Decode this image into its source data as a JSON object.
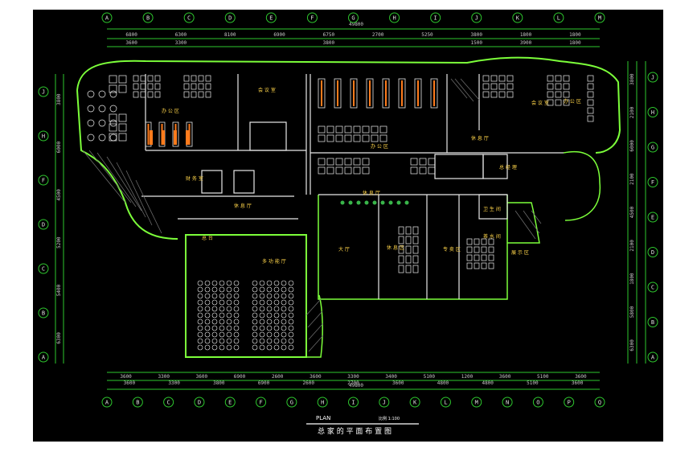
{
  "drawing": {
    "title": "总 家 的 平 面 布 置 图",
    "plan_label": "PLAN",
    "scale_label": "比例  1:100"
  },
  "axes": {
    "top": [
      "A",
      "B",
      "C",
      "D",
      "E",
      "F",
      "G",
      "H",
      "I",
      "J",
      "K",
      "L",
      "M"
    ],
    "bottom": [
      "A",
      "B",
      "C",
      "D",
      "E",
      "F",
      "G",
      "H",
      "I",
      "J",
      "K",
      "L",
      "M",
      "N",
      "O",
      "P",
      "Q"
    ],
    "left": [
      "J",
      "H",
      "F",
      "D",
      "C",
      "B",
      "A"
    ],
    "right": [
      "J",
      "H",
      "G",
      "F",
      "E",
      "D",
      "C",
      "B",
      "A"
    ]
  },
  "dims": {
    "top_total": "49800",
    "top_row1": [
      "6800",
      "6300",
      "8100",
      "6900",
      "6750",
      "2700",
      "5250",
      "3800",
      "1800",
      "1800"
    ],
    "top_row2": [
      "3600",
      "3300",
      "",
      "",
      "3800",
      "",
      "",
      "1500",
      "3900",
      "1800"
    ],
    "bottom_row1": [
      "3600",
      "3300",
      "3600",
      "6900",
      "2600",
      "3600",
      "3300",
      "3400",
      "5100",
      "1200",
      "3600",
      "5100",
      "3600"
    ],
    "bottom_row2": [
      "3600",
      "3300",
      "3800",
      "6900",
      "2600",
      "2700",
      "3600",
      "4800",
      "4800",
      "5100",
      "3600"
    ],
    "bottom_total": "49800",
    "left": [
      "3800",
      "6000",
      "4500",
      "5200",
      "5400",
      "6300"
    ],
    "right": [
      "3800",
      "2100",
      "6000",
      "2100",
      "4500",
      "2100",
      "1800",
      "5800",
      "6300"
    ]
  },
  "rooms": [
    {
      "label": "办 公 区"
    },
    {
      "label": "会 议 室"
    },
    {
      "label": "办 公 区"
    },
    {
      "label": "总 经 理"
    },
    {
      "label": "会 议 室"
    },
    {
      "label": "休 息 厅"
    },
    {
      "label": "财 务 室"
    },
    {
      "label": "休 息 厅"
    },
    {
      "label": "多 功 能 厅"
    },
    {
      "label": "大 厅"
    },
    {
      "label": "休 息 区"
    },
    {
      "label": "专 卖 区"
    },
    {
      "label": "卫 生 间"
    },
    {
      "label": "办 公 区"
    },
    {
      "label": "休 息 厅"
    },
    {
      "label": "茶 水 间"
    },
    {
      "label": "展 示 区"
    },
    {
      "label": "总 台"
    }
  ]
}
